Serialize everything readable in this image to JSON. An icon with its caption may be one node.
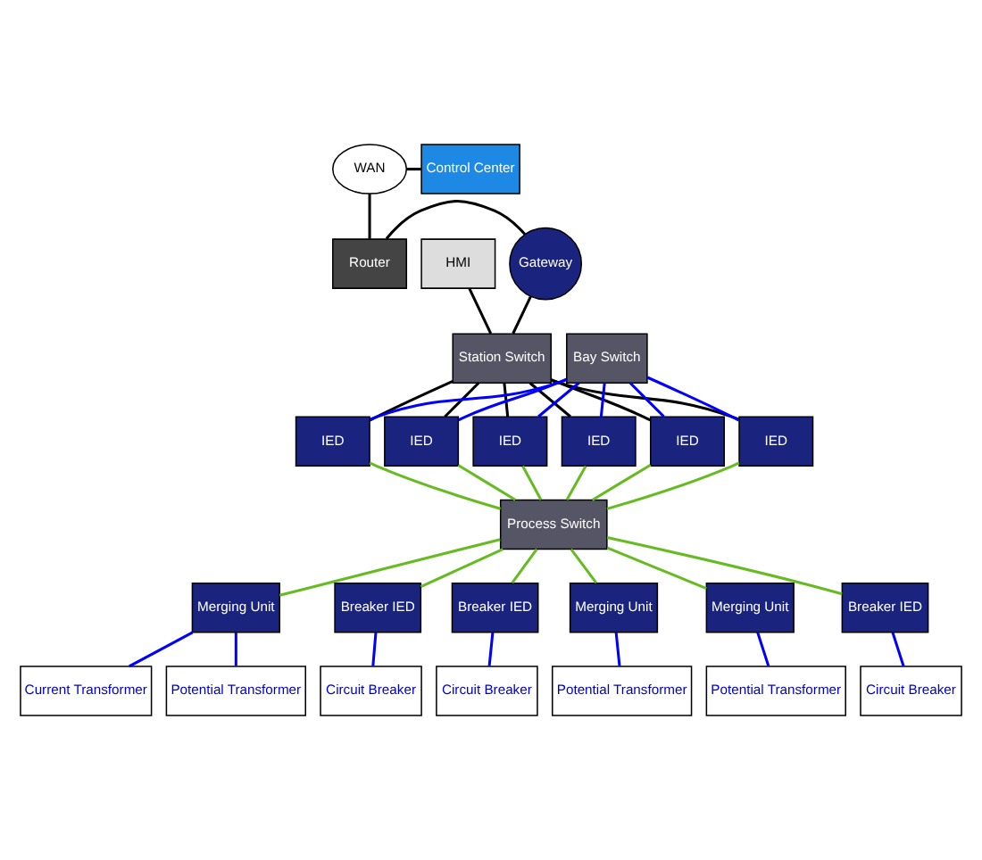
{
  "diagram": {
    "nodes": [
      {
        "text": [
          "WAN"
        ]
      },
      {
        "text": [
          "Control Center"
        ]
      },
      {
        "text": [
          "HMI"
        ]
      },
      {
        "text": [
          "Router"
        ]
      },
      {
        "text": [
          "Gateway"
        ]
      },
      {
        "text": [
          "Station Switch"
        ]
      },
      {
        "text": [
          "Bay Switch"
        ]
      },
      {
        "text": [
          "IED"
        ]
      },
      {
        "text": [
          "IED"
        ]
      },
      {
        "text": [
          "IED"
        ]
      },
      {
        "text": [
          "IED"
        ]
      },
      {
        "text": [
          "IED"
        ]
      },
      {
        "text": [
          "IED"
        ]
      },
      {
        "text": [
          "Process Switch"
        ]
      },
      {
        "text": [
          "Merging Unit"
        ]
      },
      {
        "text": [
          "Breaker IED"
        ]
      },
      {
        "text": [
          "Breaker IED"
        ]
      },
      {
        "text": [
          "Merging Unit"
        ]
      },
      {
        "text": [
          "Merging Unit"
        ]
      },
      {
        "text": [
          "Breaker IED"
        ]
      },
      {
        "text": [
          "Potential Transformer"
        ]
      },
      {
        "text": [
          "Current Transformer"
        ]
      },
      {
        "text": [
          "Circuit Breaker"
        ]
      },
      {
        "text": [
          "Circuit Breaker"
        ]
      },
      {
        "text": [
          "Potential Transformer"
        ]
      },
      {
        "text": [
          "Potential Transformer"
        ]
      },
      {
        "text": [
          "Circuit Breaker"
        ]
      }
    ],
    "edges": [
      {
        "from": 0,
        "to": 1,
        "arrow": "none",
        "color": "#000000"
      },
      {
        "from": 0,
        "to": 3,
        "arrow": "none",
        "color": "#000000"
      },
      {
        "from": 3,
        "to": 4,
        "arrow": "none",
        "color": "#000000"
      },
      {
        "from": 4,
        "to": 5,
        "arrow": "none",
        "color": "#000000"
      },
      {
        "from": 2,
        "to": 5,
        "arrow": "none",
        "color": "#000000"
      },
      {
        "from": 5,
        "to": 7,
        "arrow": "none",
        "color": "#000000"
      },
      {
        "from": 5,
        "to": 8,
        "arrow": "none",
        "color": "#000000"
      },
      {
        "from": 5,
        "to": 9,
        "arrow": "none",
        "color": "#000000"
      },
      {
        "from": 5,
        "to": 10,
        "arrow": "none",
        "color": "#000000"
      },
      {
        "from": 5,
        "to": 11,
        "arrow": "none",
        "color": "#000000"
      },
      {
        "from": 5,
        "to": 12,
        "arrow": "none",
        "color": "#000000"
      },
      {
        "from": 6,
        "to": 7,
        "arrow": "none",
        "color": "#0000ff"
      },
      {
        "from": 6,
        "to": 8,
        "arrow": "none",
        "color": "#0000ff"
      },
      {
        "from": 6,
        "to": 9,
        "arrow": "none",
        "color": "#0000ff"
      },
      {
        "from": 6,
        "to": 10,
        "arrow": "none",
        "color": "#0000ff"
      },
      {
        "from": 6,
        "to": 11,
        "arrow": "none",
        "color": "#0000ff"
      },
      {
        "from": 6,
        "to": 12,
        "arrow": "none",
        "color": "#0000ff"
      },
      {
        "from": 7,
        "to": 13,
        "arrow": "none",
        "color": "#66bb22"
      },
      {
        "from": 8,
        "to": 13,
        "arrow": "none",
        "color": "#66bb22"
      },
      {
        "from": 9,
        "to": 13,
        "arrow": "none",
        "color": "#66bb22"
      },
      {
        "from": 10,
        "to": 13,
        "arrow": "none",
        "color": "#66bb22"
      },
      {
        "from": 11,
        "to": 13,
        "arrow": "none",
        "color": "#66bb22"
      },
      {
        "from": 12,
        "to": 13,
        "arrow": "none",
        "color": "#66bb22"
      },
      {
        "from": 13,
        "to": 14,
        "arrow": "none",
        "color": "#66bb22"
      },
      {
        "from": 13,
        "to": 15,
        "arrow": "none",
        "color": "#66bb22"
      },
      {
        "from": 13,
        "to": 16,
        "arrow": "none",
        "color": "#66bb22"
      },
      {
        "from": 13,
        "to": 17,
        "arrow": "none",
        "color": "#66bb22"
      },
      {
        "from": 13,
        "to": 18,
        "arrow": "none",
        "color": "#66bb22"
      },
      {
        "from": 13,
        "to": 19,
        "arrow": "none",
        "color": "#66bb22"
      },
      {
        "from": 14,
        "to": 20,
        "arrow": "none",
        "color": "#0000ff"
      },
      {
        "from": 14,
        "to": 21,
        "arrow": "none",
        "color": "#0000ff"
      },
      {
        "from": 15,
        "to": 22,
        "arrow": "none",
        "color": "#0000ff"
      },
      {
        "from": 16,
        "to": 23,
        "arrow": "none",
        "color": "#0000ff"
      },
      {
        "from": 17,
        "to": 24,
        "arrow": "none",
        "color": "#0000ff"
      },
      {
        "from": 18,
        "to": 25,
        "arrow": "none",
        "color": "#0000ff"
      },
      {
        "from": 19,
        "to": 26,
        "arrow": "none",
        "color": "#0000ff"
      }
    ]
  }
}
